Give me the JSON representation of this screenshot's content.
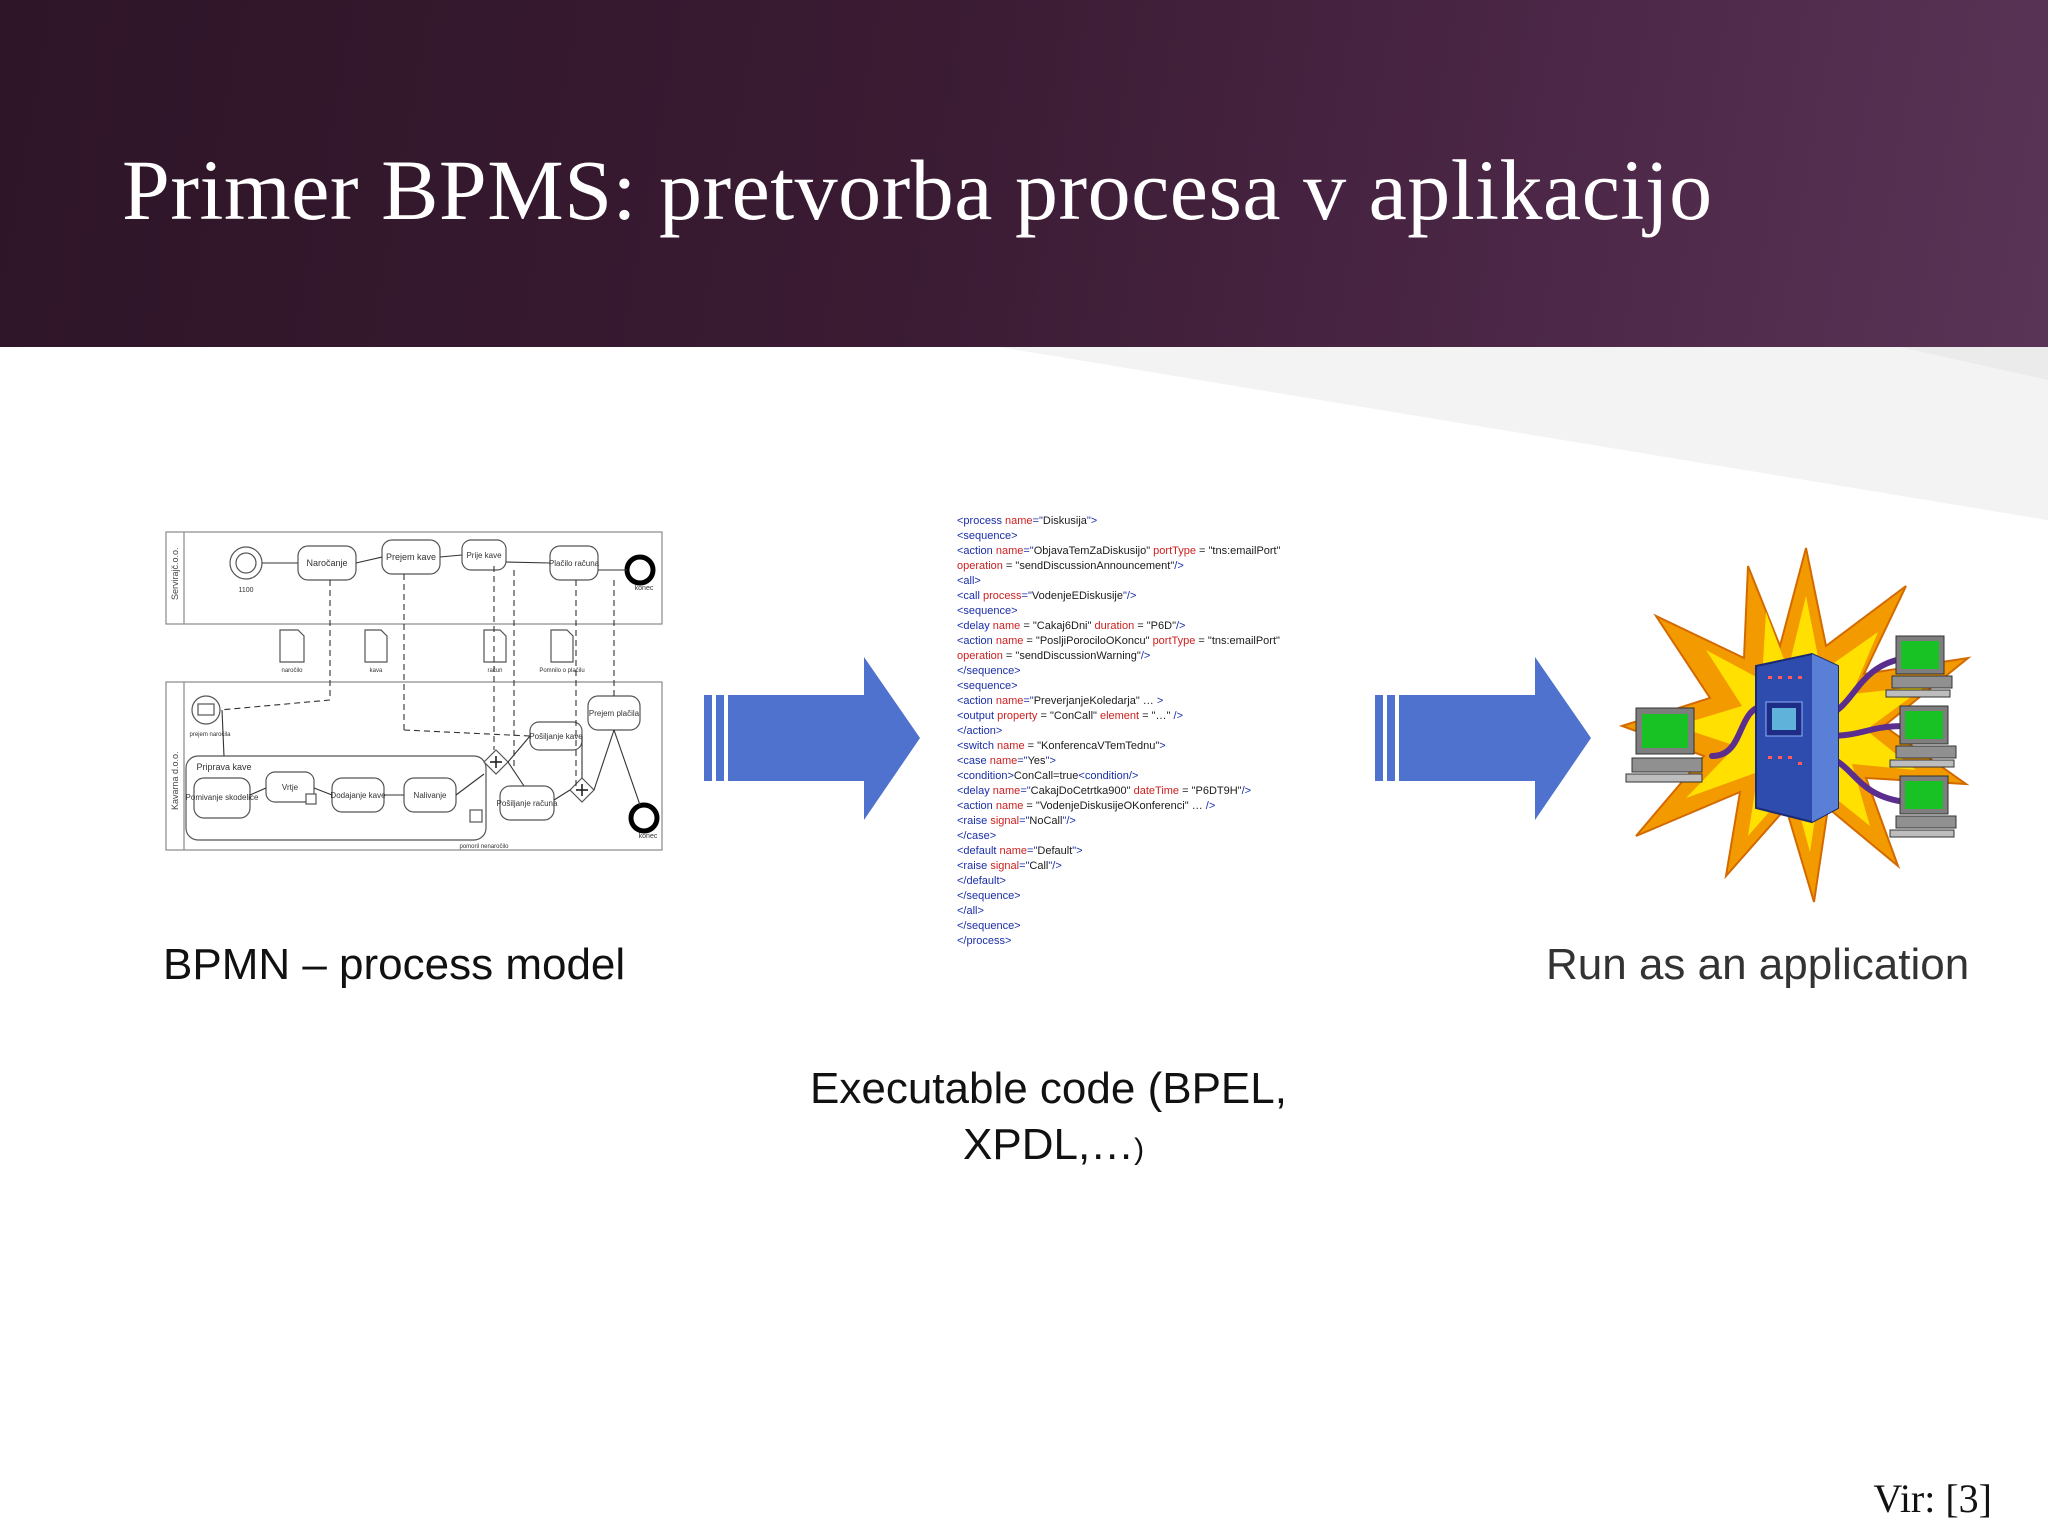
{
  "slide": {
    "title": "Primer BPMS: pretvorba procesa v aplikacijo",
    "source": "Vir: [3]"
  },
  "colors": {
    "header": "#3a1b33",
    "arrow": "#4f72cf",
    "monitor": "#19c224",
    "server": "#2d49a8",
    "explosion_outer": "#f7a500",
    "explosion_inner": "#ffe600"
  },
  "bpmn": {
    "caption": "BPMN – process model",
    "pools": [
      "Servirajč.o.o.",
      "Kavarna d.o.o."
    ],
    "tasks": [
      "Naročanje",
      "Prejem kave",
      "Prije kave",
      "Plačilo računa",
      "Prejem plačila",
      "Pošiljanje kave",
      "Pomivanje skodelice",
      "Vrtje",
      "Dodajanje kave",
      "Nalivanje",
      "Pošiljanje računa"
    ],
    "events": [
      "1100",
      "konec",
      "konec"
    ],
    "documents": [
      "naročilo",
      "kava",
      "račun",
      "Pomnilo o plačilu"
    ],
    "subprocess": "Priprava kave",
    "notes": [
      "prejem naročila",
      "pomoril nenaročilo"
    ]
  },
  "code": {
    "caption_line1": "Executable code (BPEL,",
    "caption_line2": "XPDL,…",
    "caption_paren": ")",
    "lines": [
      [
        {
          "t": "tag",
          "v": "<process "
        },
        {
          "t": "attr",
          "v": "name"
        },
        {
          "t": "tag",
          "v": "=\""
        },
        {
          "t": "txt",
          "v": "Diskusija"
        },
        {
          "t": "tag",
          "v": "\">"
        }
      ],
      [
        {
          "t": "tag",
          "v": "<sequence>"
        }
      ],
      [
        {
          "t": "tag",
          "v": "<action "
        },
        {
          "t": "attr",
          "v": "name"
        },
        {
          "t": "tag",
          "v": "=\""
        },
        {
          "t": "txt",
          "v": "ObjavaTemZaDiskusijo\" "
        },
        {
          "t": "attr",
          "v": "portType"
        },
        {
          "t": "txt",
          "v": " = \"tns:emailPort\""
        }
      ],
      [
        {
          "t": "attr",
          "v": "operation"
        },
        {
          "t": "txt",
          "v": " = \"sendDiscussionAnnouncement\""
        },
        {
          "t": "tag",
          "v": "/>"
        }
      ],
      [
        {
          "t": "tag",
          "v": "<all>"
        }
      ],
      [
        {
          "t": "tag",
          "v": "<call "
        },
        {
          "t": "attr",
          "v": "process"
        },
        {
          "t": "tag",
          "v": "=\""
        },
        {
          "t": "txt",
          "v": "VodenjeEDiskusije"
        },
        {
          "t": "tag",
          "v": "\"/>"
        }
      ],
      [
        {
          "t": "tag",
          "v": "<sequence>"
        }
      ],
      [
        {
          "t": "tag",
          "v": "<delay "
        },
        {
          "t": "attr",
          "v": "name"
        },
        {
          "t": "txt",
          "v": " = \"Cakaj6Dni\" "
        },
        {
          "t": "attr",
          "v": "duration"
        },
        {
          "t": "txt",
          "v": " = \"P6D\""
        },
        {
          "t": "tag",
          "v": "/>"
        }
      ],
      [
        {
          "t": "tag",
          "v": "<action "
        },
        {
          "t": "attr",
          "v": "name"
        },
        {
          "t": "txt",
          "v": " = \"PosljiPorociloOKoncu\" "
        },
        {
          "t": "attr",
          "v": "portType"
        },
        {
          "t": "txt",
          "v": " = \"tns:emailPort\""
        }
      ],
      [
        {
          "t": "attr",
          "v": "operation"
        },
        {
          "t": "txt",
          "v": " = \"sendDiscussionWarning\""
        },
        {
          "t": "tag",
          "v": "/>"
        }
      ],
      [
        {
          "t": "tag",
          "v": "</sequence>"
        }
      ],
      [
        {
          "t": "tag",
          "v": "<sequence>"
        }
      ],
      [
        {
          "t": "tag",
          "v": "<action "
        },
        {
          "t": "attr",
          "v": "name"
        },
        {
          "t": "tag",
          "v": "=\""
        },
        {
          "t": "txt",
          "v": "PreverjanjeKoledarja\" … "
        },
        {
          "t": "tag",
          "v": ">"
        }
      ],
      [
        {
          "t": "tag",
          "v": "<output "
        },
        {
          "t": "attr",
          "v": "property"
        },
        {
          "t": "txt",
          "v": " = \"ConCall\" "
        },
        {
          "t": "attr",
          "v": "element"
        },
        {
          "t": "txt",
          "v": " = \"…\" "
        },
        {
          "t": "tag",
          "v": "/>"
        }
      ],
      [
        {
          "t": "tag",
          "v": "</action>"
        }
      ],
      [
        {
          "t": "tag",
          "v": "<switch "
        },
        {
          "t": "attr",
          "v": "name"
        },
        {
          "t": "txt",
          "v": " = \"KonferencaVTemTednu\""
        },
        {
          "t": "tag",
          "v": ">"
        }
      ],
      [
        {
          "t": "tag",
          "v": "<case "
        },
        {
          "t": "attr",
          "v": "name"
        },
        {
          "t": "tag",
          "v": "=\""
        },
        {
          "t": "txt",
          "v": "Yes"
        },
        {
          "t": "tag",
          "v": "\">"
        }
      ],
      [
        {
          "t": "tag",
          "v": "<condition>"
        },
        {
          "t": "txt",
          "v": "ConCall=true"
        },
        {
          "t": "tag",
          "v": "<condition/>"
        }
      ],
      [
        {
          "t": "tag",
          "v": "<delay "
        },
        {
          "t": "attr",
          "v": "name"
        },
        {
          "t": "tag",
          "v": "=\""
        },
        {
          "t": "txt",
          "v": "CakajDoCetrtka900\" "
        },
        {
          "t": "attr",
          "v": "dateTime"
        },
        {
          "t": "txt",
          "v": " = \"P6DT9H\""
        },
        {
          "t": "tag",
          "v": "/>"
        }
      ],
      [
        {
          "t": "tag",
          "v": "<action "
        },
        {
          "t": "attr",
          "v": "name"
        },
        {
          "t": "txt",
          "v": " = \"VodenjeDiskusijeOKonferenci\" … "
        },
        {
          "t": "tag",
          "v": "/>"
        }
      ],
      [
        {
          "t": "tag",
          "v": "<raise "
        },
        {
          "t": "attr",
          "v": "signal"
        },
        {
          "t": "tag",
          "v": "=\""
        },
        {
          "t": "txt",
          "v": "NoCall"
        },
        {
          "t": "tag",
          "v": "\"/>"
        }
      ],
      [
        {
          "t": "tag",
          "v": "</case>"
        }
      ],
      [
        {
          "t": "tag",
          "v": "<default "
        },
        {
          "t": "attr",
          "v": "name"
        },
        {
          "t": "tag",
          "v": "=\""
        },
        {
          "t": "txt",
          "v": "Default"
        },
        {
          "t": "tag",
          "v": "\">"
        }
      ],
      [
        {
          "t": "tag",
          "v": "<raise "
        },
        {
          "t": "attr",
          "v": "signal"
        },
        {
          "t": "tag",
          "v": "=\""
        },
        {
          "t": "txt",
          "v": "Call"
        },
        {
          "t": "tag",
          "v": "\"/>"
        }
      ],
      [
        {
          "t": "tag",
          "v": "</default>"
        }
      ],
      [
        {
          "t": "tag",
          "v": "</sequence>"
        }
      ],
      [
        {
          "t": "tag",
          "v": "</all>"
        }
      ],
      [
        {
          "t": "tag",
          "v": "</sequence>"
        }
      ],
      [
        {
          "t": "tag",
          "v": "</process>"
        }
      ]
    ]
  },
  "app": {
    "caption": "Run as an application"
  }
}
